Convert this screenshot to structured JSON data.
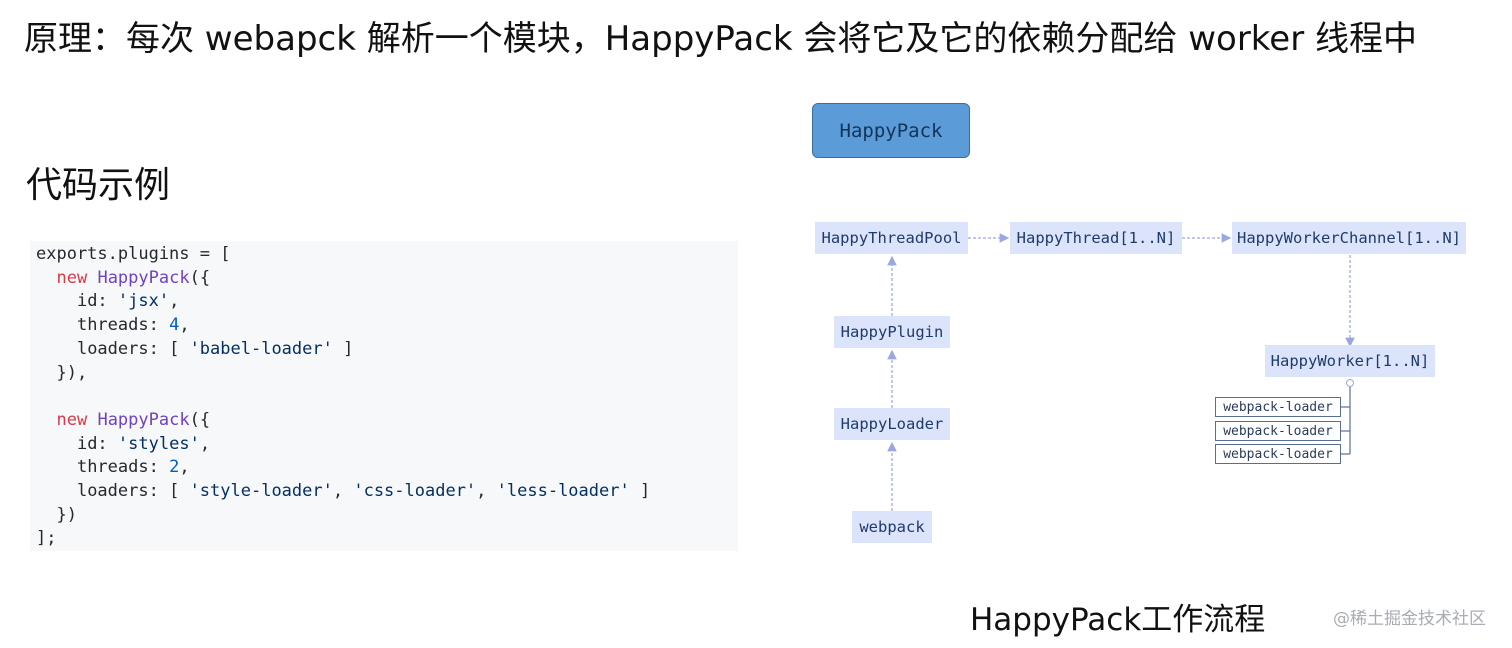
{
  "headline": "原理：每次 webapck 解析一个模块，HappyPack 会将它及它的依赖分配给 worker 线程中",
  "section_title": "代码示例",
  "code": {
    "l1": [
      "exports.plugins = ["
    ],
    "new": "new",
    "happypack": "HappyPack",
    "block1": {
      "id_key": "id:",
      "id_val": "'jsx'",
      "threads_key": "threads:",
      "threads_val": "4",
      "loaders_key": "loaders:",
      "loaders_vals": [
        "'babel-loader'"
      ]
    },
    "block2": {
      "id_key": "id:",
      "id_val": "'styles'",
      "threads_key": "threads:",
      "threads_val": "2",
      "loaders_key": "loaders:",
      "loaders_vals": [
        "'style-loader'",
        "'css-loader'",
        "'less-loader'"
      ]
    },
    "close_block1": "}),",
    "close_block2": "})",
    "close_array": "];"
  },
  "diagram": {
    "root": "HappyPack",
    "thread_pool": "HappyThreadPool",
    "thread": "HappyThread[1..N]",
    "worker_channel": "HappyWorkerChannel[1..N]",
    "plugin": "HappyPlugin",
    "loader": "HappyLoader",
    "webpack": "webpack",
    "worker": "HappyWorker[1..N]",
    "webpack_loaders": [
      "webpack-loader",
      "webpack-loader",
      "webpack-loader"
    ]
  },
  "caption": "HappyPack工作流程",
  "watermark": "@稀土掘金技术社区",
  "colors": {
    "node_fill": "#dbe4fb",
    "root_fill": "#5b9bd8",
    "arrow": "#9aa7e0"
  }
}
